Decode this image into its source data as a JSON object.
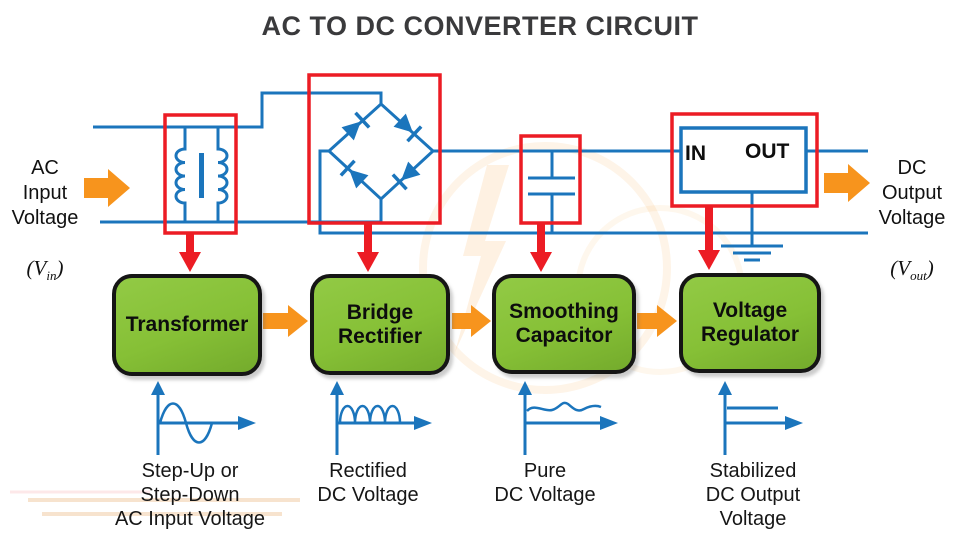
{
  "title": "AC TO DC CONVERTER CIRCUIT",
  "colors": {
    "wire_blue": "#1B75BC",
    "highlight_red": "#EC1C24",
    "flow_orange": "#F7941D",
    "block_green": "#8DC63F",
    "text_black": "#1A1A1A"
  },
  "input_label": {
    "lines": "AC\nInput\nVoltage",
    "paren_open": "(",
    "symbol": "V",
    "symbol_sub": "in",
    "paren_close": ")"
  },
  "output_label": {
    "lines": "DC\nOutput\nVoltage",
    "paren_open": "(",
    "symbol": "V",
    "symbol_sub": "out",
    "paren_close": ")"
  },
  "regulator_chip": {
    "in_label": "IN",
    "out_label": "OUT"
  },
  "blocks": [
    {
      "label": "Transformer",
      "caption": "Step-Up or\nStep-Down\nAC Input Voltage",
      "waveform": "ac-sine"
    },
    {
      "label": "Bridge\nRectifier",
      "caption": "Rectified\nDC Voltage",
      "waveform": "rectified-humps"
    },
    {
      "label": "Smoothing\nCapacitor",
      "caption": "Pure\nDC Voltage",
      "waveform": "dc-ripple"
    },
    {
      "label": "Voltage\nRegulator",
      "caption": "Stabilized\nDC Output\nVoltage",
      "waveform": "flat-dc"
    }
  ]
}
